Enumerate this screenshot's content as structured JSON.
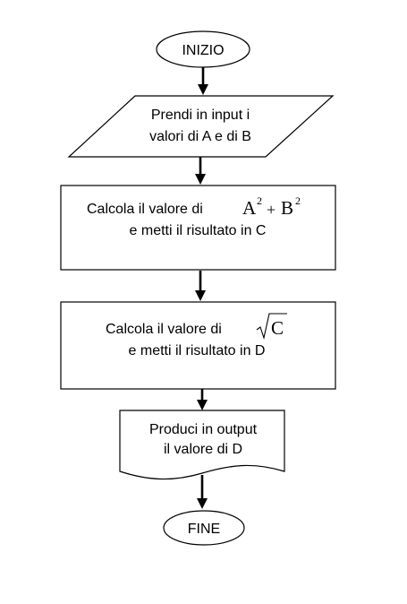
{
  "start": {
    "label": "INIZIO"
  },
  "input_step": {
    "line1": "Prendi in input i",
    "line2": "valori di A e di B"
  },
  "process1": {
    "prefix": "Calcola il valore di",
    "term1": "A",
    "exp1": "2",
    "operator": "+",
    "term2": "B",
    "exp2": "2",
    "line2": "e metti il risultato in C"
  },
  "process2": {
    "prefix": "Calcola il valore di",
    "radicand": "C",
    "line2": "e metti il risultato in D"
  },
  "output_step": {
    "line1": "Produci in output",
    "line2": "il valore di D"
  },
  "end": {
    "label": "FINE"
  }
}
